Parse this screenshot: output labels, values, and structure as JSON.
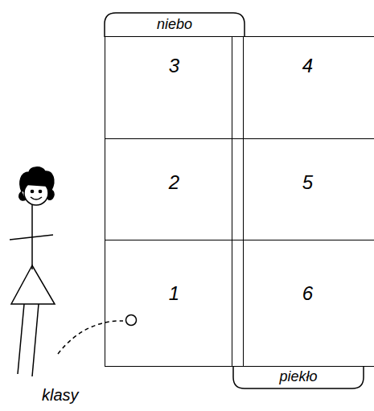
{
  "diagram": {
    "nodes": [
      {
        "text": [
          "niebo"
        ]
      },
      {
        "text": [
          "3"
        ]
      },
      {
        "text": [
          "4"
        ]
      },
      {
        "text": [
          "2"
        ]
      },
      {
        "text": [
          "5"
        ]
      },
      {
        "text": [
          "1"
        ]
      },
      {
        "text": [
          "6"
        ]
      },
      {
        "text": [
          "piekło"
        ]
      }
    ],
    "labels": [
      "klasy"
    ]
  }
}
